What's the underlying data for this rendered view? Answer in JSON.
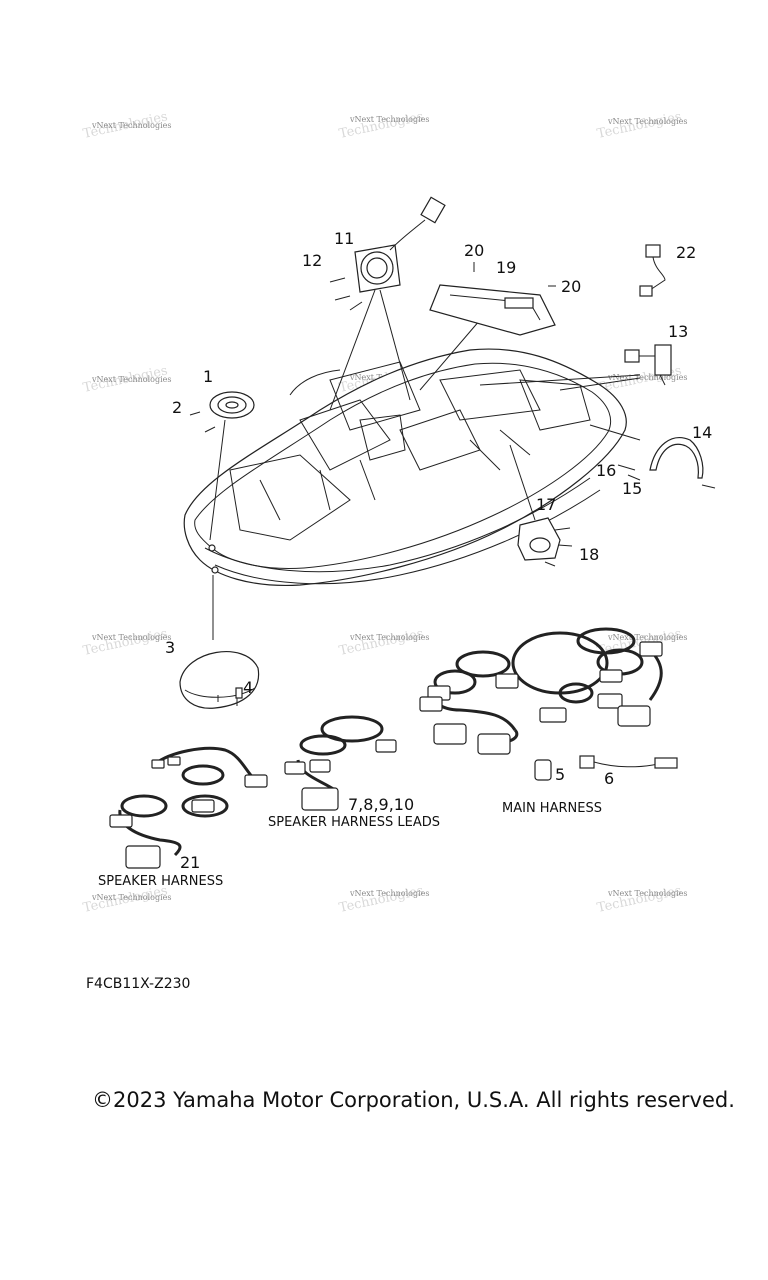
{
  "diagram": {
    "drawing_code": "F4CB11X-Z230",
    "copyright": "©2023 Yamaha Motor Corporation, U.S.A. All rights reserved.",
    "watermark": "vNext Technologies",
    "captions": {
      "main_harness": "MAIN HARNESS",
      "speaker_harness_leads": "SPEAKER HARNESS LEADS",
      "speaker_harness": "SPEAKER HARNESS"
    },
    "callouts": {
      "c1": "1",
      "c2": "2",
      "c3": "3",
      "c4": "4",
      "c5": "5",
      "c6": "6",
      "c7_10": "7,8,9,10",
      "c11": "11",
      "c12": "12",
      "c13": "13",
      "c14": "14",
      "c15": "15",
      "c16": "16",
      "c17": "17",
      "c18": "18",
      "c19": "19",
      "c20a": "20",
      "c20b": "20",
      "c21": "21",
      "c22": "22"
    }
  }
}
